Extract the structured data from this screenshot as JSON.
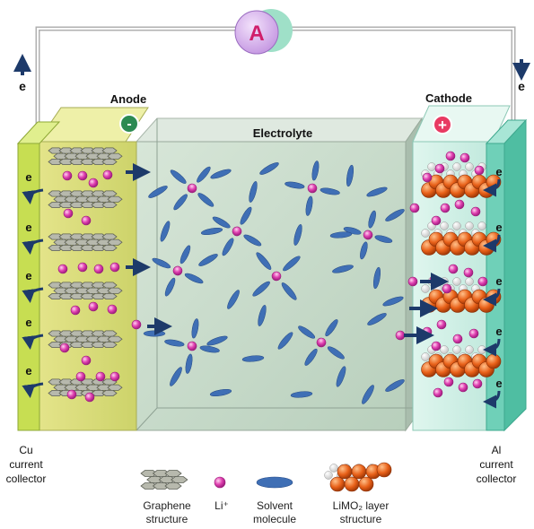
{
  "ammeter": {
    "symbol": "A"
  },
  "electron": {
    "symbol": "e"
  },
  "anode": {
    "label": "Anode",
    "sign": "-"
  },
  "cathode": {
    "label": "Cathode",
    "sign": "+"
  },
  "electrolyte": {
    "label": "Electrolyte"
  },
  "collectors": {
    "left": {
      "lines": [
        "Cu",
        "current",
        "collector"
      ]
    },
    "right": {
      "lines": [
        "Al",
        "current",
        "collector"
      ]
    }
  },
  "legend": [
    {
      "key": "graphene",
      "lines": [
        "Graphene",
        "structure"
      ]
    },
    {
      "key": "li",
      "lines": [
        "Li⁺"
      ]
    },
    {
      "key": "solvent",
      "lines": [
        "Solvent",
        "molecule"
      ]
    },
    {
      "key": "limo2",
      "lines": [
        "LiMO₂ layer",
        "structure"
      ]
    }
  ],
  "colors": {
    "li_ion": "#e040b0",
    "solvent": "#3f6fb5",
    "anode_fill": "#d8dc7a",
    "cu_collector": "#c7de52",
    "cathode_fill": "#c9ece2",
    "al_collector": "#6fd0b8",
    "electrolyte": "#c3d7c7",
    "oxygen": "#e86018",
    "arrow": "#1d3a6a"
  }
}
